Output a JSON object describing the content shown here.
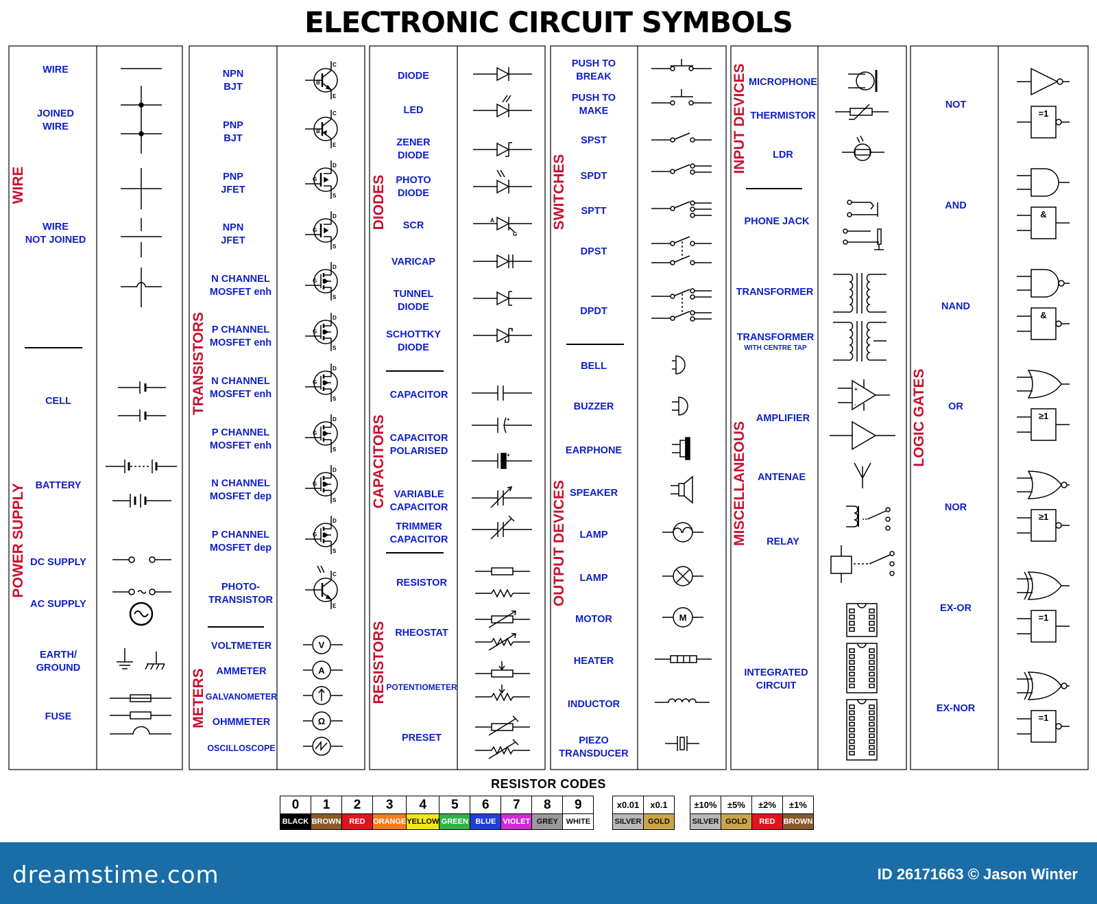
{
  "title": "ELECTRONIC CIRCUIT SYMBOLS",
  "categories": {
    "wire": "WIRE",
    "power_supply": "POWER SUPPLY",
    "transistors": "TRANSISTORS",
    "meters": "METERS",
    "diodes": "DIODES",
    "capacitors": "CAPACITORS",
    "resistors": "RESISTORS",
    "switches": "SWITCHES",
    "output_devices": "OUTPUT DEVICES",
    "input_devices": "INPUT DEVICES",
    "miscellaneous": "MISCELLANEOUS",
    "logic_gates": "LOGIC GATES"
  },
  "col1": {
    "wire": [
      "WIRE"
    ],
    "joined_wire": [
      "JOINED",
      "WIRE"
    ],
    "wire_not_joined": [
      "WIRE",
      "NOT JOINED"
    ],
    "cell": [
      "CELL"
    ],
    "battery": [
      "BATTERY"
    ],
    "dc_supply": [
      "DC SUPPLY"
    ],
    "ac_supply": [
      "AC SUPPLY"
    ],
    "earth": [
      "EARTH/",
      "GROUND"
    ],
    "fuse": [
      "FUSE"
    ]
  },
  "col2": {
    "npn_bjt": [
      "NPN",
      "BJT"
    ],
    "pnp_bjt": [
      "PNP",
      "BJT"
    ],
    "pnp_jfet": [
      "PNP",
      "JFET"
    ],
    "npn_jfet": [
      "NPN",
      "JFET"
    ],
    "n_mosfet_enh_1": [
      "N CHANNEL",
      "MOSFET enh"
    ],
    "p_mosfet_enh_1": [
      "P CHANNEL",
      "MOSFET enh"
    ],
    "n_mosfet_enh_2": [
      "N CHANNEL",
      "MOSFET enh"
    ],
    "p_mosfet_enh_2": [
      "P CHANNEL",
      "MOSFET enh"
    ],
    "n_mosfet_dep": [
      "N CHANNEL",
      "MOSFET dep"
    ],
    "p_mosfet_dep": [
      "P CHANNEL",
      "MOSFET dep"
    ],
    "phototransistor": [
      "PHOTO-",
      "TRANSISTOR"
    ],
    "voltmeter": [
      "VOLTMETER"
    ],
    "ammeter": [
      "AMMETER"
    ],
    "galvanometer": [
      "GALVANOMETER"
    ],
    "ohmmeter": [
      "OHMMETER"
    ],
    "oscilloscope": [
      "OSCILLOSCOPE"
    ]
  },
  "col3": {
    "diode": [
      "DIODE"
    ],
    "led": [
      "LED"
    ],
    "zener": [
      "ZENER",
      "DIODE"
    ],
    "photo_diode": [
      "PHOTO",
      "DIODE"
    ],
    "scr": [
      "SCR"
    ],
    "varicap": [
      "VARICAP"
    ],
    "tunnel": [
      "TUNNEL",
      "DIODE"
    ],
    "schottky": [
      "SCHOTTKY",
      "DIODE"
    ],
    "capacitor": [
      "CAPACITOR"
    ],
    "capacitor_polarised": [
      "CAPACITOR",
      "POLARISED"
    ],
    "variable_capacitor": [
      "VARIABLE",
      "CAPACITOR"
    ],
    "trimmer_capacitor": [
      "TRIMMER",
      "CAPACITOR"
    ],
    "resistor": [
      "RESISTOR"
    ],
    "rheostat": [
      "RHEOSTAT"
    ],
    "potentiometer": [
      "POTENTIOMETER"
    ],
    "preset": [
      "PRESET"
    ]
  },
  "col4": {
    "push_to_break": [
      "PUSH TO",
      "BREAK"
    ],
    "push_to_make": [
      "PUSH TO",
      "MAKE"
    ],
    "spst": [
      "SPST"
    ],
    "spdt": [
      "SPDT"
    ],
    "sptt": [
      "SPTT"
    ],
    "dpst": [
      "DPST"
    ],
    "dpdt": [
      "DPDT"
    ],
    "bell": [
      "BELL"
    ],
    "buzzer": [
      "BUZZER"
    ],
    "earphone": [
      "EARPHONE"
    ],
    "speaker": [
      "SPEAKER"
    ],
    "lamp_1": [
      "LAMP"
    ],
    "lamp_2": [
      "LAMP"
    ],
    "motor": [
      "MOTOR"
    ],
    "heater": [
      "HEATER"
    ],
    "inductor": [
      "INDUCTOR"
    ],
    "piezo": [
      "PIEZO",
      "TRANSDUCER"
    ]
  },
  "col5": {
    "microphone": [
      "MICROPHONE"
    ],
    "thermistor": [
      "THERMISTOR"
    ],
    "ldr": [
      "LDR"
    ],
    "phone_jack": [
      "PHONE JACK"
    ],
    "transformer": [
      "TRANSFORMER"
    ],
    "transformer_ct": [
      "TRANSFORMER"
    ],
    "transformer_ct_sub": "WITH CENTRE TAP",
    "amplifier": [
      "AMPLIFIER"
    ],
    "antenae": [
      "ANTENAE"
    ],
    "relay": [
      "RELAY"
    ],
    "integrated_circuit": [
      "INTEGRATED",
      "CIRCUIT"
    ]
  },
  "col6": {
    "not": [
      "NOT"
    ],
    "and": [
      "AND"
    ],
    "nand": [
      "NAND"
    ],
    "or": [
      "OR"
    ],
    "nor": [
      "NOR"
    ],
    "ex_or": [
      "EX-OR"
    ],
    "ex_nor": [
      "EX-NOR"
    ]
  },
  "symbol_text": {
    "c": "C",
    "b": "B",
    "e": "E",
    "g": "G",
    "d": "D",
    "s": "S",
    "a": "A",
    "v": "V",
    "amp": "A",
    "ohm": "Ω",
    "motor": "M",
    "gate_not": "=1",
    "gate_and": "&",
    "gate_or": "≥1",
    "gate_xor": "=1",
    "plus": "+",
    "minus": "-"
  },
  "resistor_codes": {
    "title": "RESISTOR CODES",
    "digits": [
      {
        "d": "0",
        "name": "BLACK",
        "color": "#000000"
      },
      {
        "d": "1",
        "name": "BROWN",
        "color": "#8a5a2b"
      },
      {
        "d": "2",
        "name": "RED",
        "color": "#e0141e"
      },
      {
        "d": "3",
        "name": "ORANGE",
        "color": "#f47c20"
      },
      {
        "d": "4",
        "name": "YELLOW",
        "color": "#f2e51c"
      },
      {
        "d": "5",
        "name": "GREEN",
        "color": "#2db34a"
      },
      {
        "d": "6",
        "name": "BLUE",
        "color": "#1f3fd6"
      },
      {
        "d": "7",
        "name": "VIOLET",
        "color": "#d12bd6"
      },
      {
        "d": "8",
        "name": "GREY",
        "color": "#9a9a9a"
      },
      {
        "d": "9",
        "name": "WHITE",
        "color": "#ffffff"
      }
    ],
    "multipliers": [
      {
        "d": "x0.01",
        "name": "SILVER",
        "color": "#b9b9b9"
      },
      {
        "d": "x0.1",
        "name": "GOLD",
        "color": "#c9a44a"
      }
    ],
    "tolerances": [
      {
        "d": "±10%",
        "name": "SILVER",
        "color": "#b9b9b9"
      },
      {
        "d": "±5%",
        "name": "GOLD",
        "color": "#c9a44a"
      },
      {
        "d": "±2%",
        "name": "RED",
        "color": "#e0141e"
      },
      {
        "d": "±1%",
        "name": "BROWN",
        "color": "#8a5a2b"
      }
    ]
  },
  "footer": {
    "brand": "dreamstime.com",
    "credit": "ID 26171663 © Jason Winter",
    "bar_color": "#1a6da6"
  }
}
